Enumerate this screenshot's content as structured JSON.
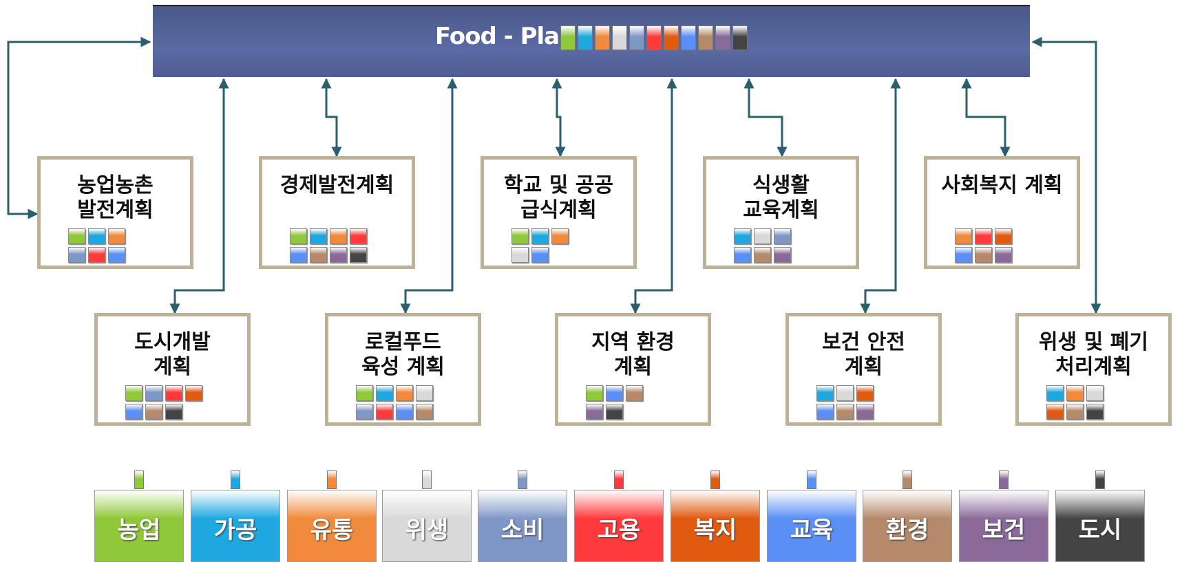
{
  "banner": {
    "title": "Food - Pla"
  },
  "categories": [
    {
      "label": "농업",
      "color": "#8fc83a"
    },
    {
      "label": "가공",
      "color": "#1fa7df"
    },
    {
      "label": "유통",
      "color": "#f08a3c"
    },
    {
      "label": "위생",
      "color": "#d9d9d9"
    },
    {
      "label": "소비",
      "color": "#7f97c6"
    },
    {
      "label": "고용",
      "color": "#ff3a3a"
    },
    {
      "label": "복지",
      "color": "#e05a10"
    },
    {
      "label": "교육",
      "color": "#5a8ff5"
    },
    {
      "label": "환경",
      "color": "#b5896a"
    },
    {
      "label": "보건",
      "color": "#8a6a98"
    },
    {
      "label": "도시",
      "color": "#444444"
    }
  ],
  "plans_top": [
    {
      "title": "농업농촌\n발전계획",
      "categories": [
        "농업",
        "가공",
        "유통",
        "소비",
        "고용",
        "교육"
      ]
    },
    {
      "title": "경제발전계획",
      "categories": [
        "농업",
        "가공",
        "유통",
        "고용",
        "교육",
        "환경",
        "보건",
        "도시"
      ]
    },
    {
      "title": "학교 및 공공\n급식계획",
      "categories": [
        "농업",
        "가공",
        "유통",
        "위생",
        "교육"
      ]
    },
    {
      "title": "식생활\n교육계획",
      "categories": [
        "가공",
        "위생",
        "소비",
        "교육",
        "환경",
        "보건"
      ]
    },
    {
      "title": "사회복지 계획",
      "categories": [
        "유통",
        "고용",
        "복지",
        "교육",
        "환경",
        "보건"
      ]
    }
  ],
  "plans_bottom": [
    {
      "title": "도시개발\n계획",
      "categories": [
        "농업",
        "소비",
        "고용",
        "복지",
        "교육",
        "환경",
        "도시"
      ]
    },
    {
      "title": "로컬푸드\n육성 계획",
      "categories": [
        "농업",
        "가공",
        "유통",
        "위생",
        "소비",
        "고용",
        "교육",
        "환경"
      ]
    },
    {
      "title": "지역 환경\n계획",
      "categories": [
        "농업",
        "교육",
        "환경",
        "보건",
        "도시"
      ]
    },
    {
      "title": "보건 안전\n계획",
      "categories": [
        "가공",
        "위생",
        "복지",
        "교육",
        "환경",
        "보건"
      ]
    },
    {
      "title": "위생 및 폐기\n처리계획",
      "categories": [
        "가공",
        "유통",
        "위생",
        "복지",
        "환경",
        "도시"
      ]
    }
  ]
}
